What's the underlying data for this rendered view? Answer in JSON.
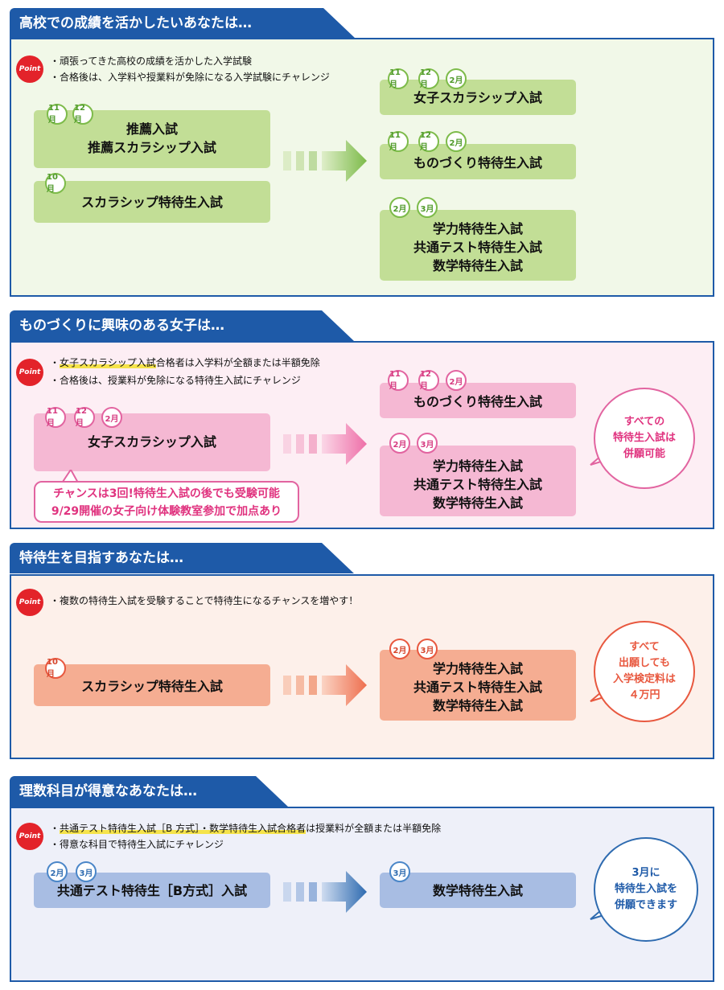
{
  "point_label": "Point",
  "sections": [
    {
      "title": "高校での成績を活かしたいあなたは…",
      "points": [
        "・頑張ってきた高校の成績を活かした入学試験",
        "・合格後は、入学料や授業料が免除になる入学試験にチャレンジ"
      ],
      "left_boxes": [
        {
          "months": [
            "11月",
            "12月"
          ],
          "lines": [
            "推薦入試",
            "推薦スカラシップ入試"
          ]
        },
        {
          "months": [
            "10月"
          ],
          "lines": [
            "スカラシップ特待生入試"
          ]
        }
      ],
      "right_boxes": [
        {
          "months": [
            "11月",
            "12月",
            "2月"
          ],
          "lines": [
            "女子スカラシップ入試"
          ]
        },
        {
          "months": [
            "11月",
            "12月",
            "2月"
          ],
          "lines": [
            "ものづくり特待生入試"
          ]
        },
        {
          "months": [
            "2月",
            "3月"
          ],
          "lines": [
            "学力特待生入試",
            "共通テスト特待生入試",
            "数学特待生入試"
          ]
        }
      ]
    },
    {
      "title": "ものづくりに興味のある女子は…",
      "points_hl": "女子スカラシップ入試",
      "points_rest": "合格者は入学料が全額または半額免除",
      "points": [
        "・",
        "・合格後は、授業料が免除になる特待生入試にチャレンジ"
      ],
      "left_boxes": [
        {
          "months": [
            "11月",
            "12月",
            "2月"
          ],
          "lines": [
            "女子スカラシップ入試"
          ]
        }
      ],
      "callout": [
        "チャンスは3回!特待生入試の後でも受験可能",
        "9/29開催の女子向け体験教室参加で加点あり"
      ],
      "right_boxes": [
        {
          "months": [
            "11月",
            "12月",
            "2月"
          ],
          "lines": [
            "ものづくり特待生入試"
          ]
        },
        {
          "months": [
            "2月",
            "3月"
          ],
          "lines": [
            "学力特待生入試",
            "共通テスト特待生入試",
            "数学特待生入試"
          ]
        }
      ],
      "bubble": [
        "すべての",
        "特待生入試は",
        "併願可能"
      ]
    },
    {
      "title": "特待生を目指すあなたは…",
      "points": [
        "・複数の特待生入試を受験することで特待生になるチャンスを増やす！"
      ],
      "left_boxes": [
        {
          "months": [
            "10月"
          ],
          "lines": [
            "スカラシップ特待生入試"
          ]
        }
      ],
      "right_boxes": [
        {
          "months": [
            "2月",
            "3月"
          ],
          "lines": [
            "学力特待生入試",
            "共通テスト特待生入試",
            "数学特待生入試"
          ]
        }
      ],
      "bubble": [
        "すべて",
        "出願しても",
        "入学検定料は",
        "４万円"
      ]
    },
    {
      "title": "理数科目が得意なあなたは…",
      "points_hl": "共通テスト特待生入試［B 方式］・数学特待生入試合格者",
      "points_rest": "は授業料が全額または半額免除",
      "points": [
        "・",
        "・得意な科目で特待生入試にチャレンジ"
      ],
      "left_boxes": [
        {
          "months": [
            "2月",
            "3月"
          ],
          "lines": [
            "共通テスト特待生［B方式］入試"
          ]
        }
      ],
      "right_boxes": [
        {
          "months": [
            "3月"
          ],
          "lines": [
            "数学特待生入試"
          ]
        }
      ],
      "bubble": [
        "3月に",
        "特待生入試を",
        "併願できます"
      ]
    }
  ],
  "colors": {
    "navy": "#1e5aa8",
    "green_bg": "#f1f8e8",
    "green_box": "#c2de96",
    "green_border": "#7dbb4a",
    "pink_bg": "#fdeef4",
    "pink_box": "#f5b8d3",
    "pink_border": "#e264a0",
    "orange_bg": "#fdf0ea",
    "orange_box": "#f5ad92",
    "orange_border": "#e8583f",
    "blue_bg": "#eef0f9",
    "blue_box": "#a8bde3",
    "blue_border": "#4a86c8"
  }
}
